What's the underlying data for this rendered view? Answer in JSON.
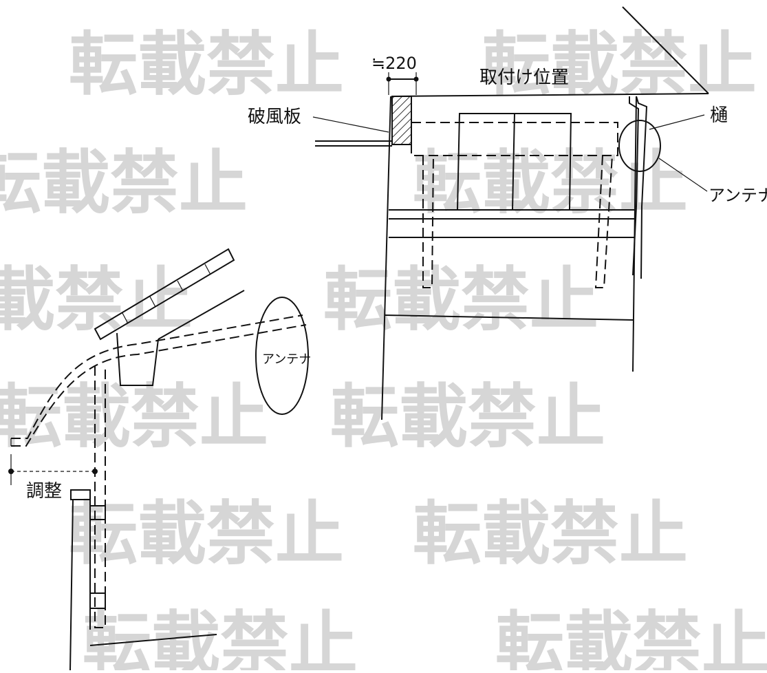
{
  "watermark": {
    "text": "転載禁止",
    "color": "#d6d6d6"
  },
  "labels": {
    "dimension": "≒220",
    "install_position": "取付け位置",
    "fascia_board": "破風板",
    "gutter": "樋",
    "antenna_right": "アンテナ",
    "antenna_left": "アンテナ",
    "adjust": "調整"
  },
  "colors": {
    "line": "#111111",
    "background": "#ffffff",
    "hatch": "#333333"
  }
}
